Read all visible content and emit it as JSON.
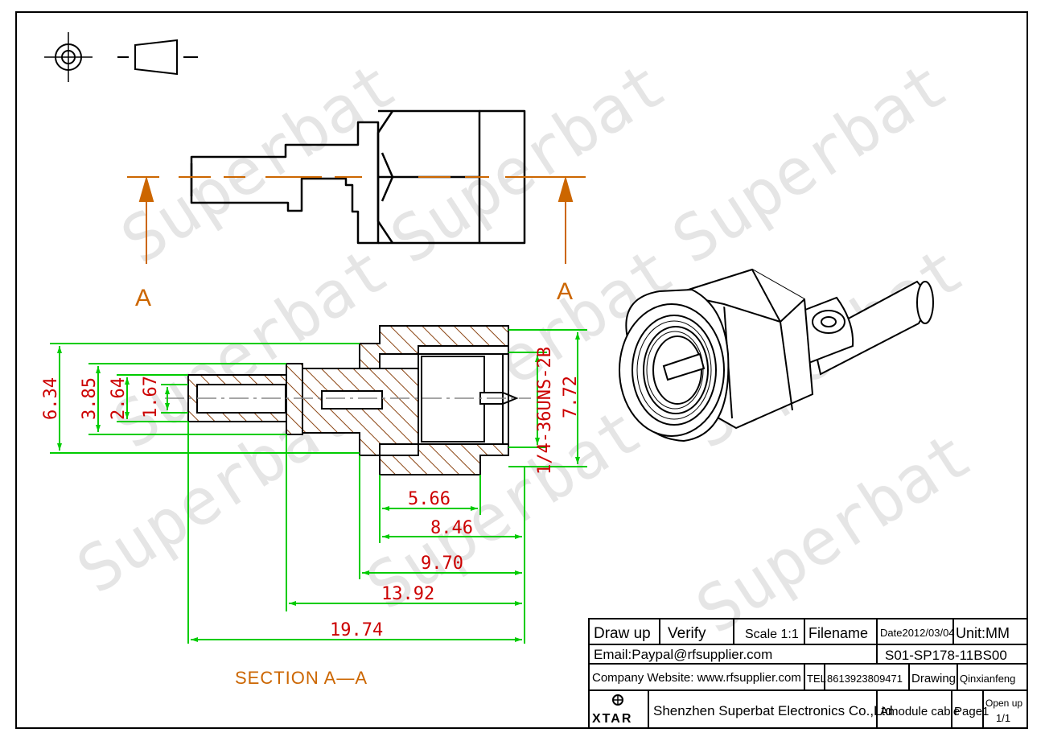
{
  "watermark": {
    "text": "Superbat"
  },
  "section": {
    "cut_label_left": "A",
    "cut_label_right": "A",
    "title": "SECTION A—A"
  },
  "dimensions": {
    "d634": "6.34",
    "d385": "3.85",
    "d264": "2.64",
    "d167": "1.67",
    "thread": "1/4-36UNS-2B",
    "d772": "7.72",
    "l566": "5.66",
    "l846": "8.46",
    "l970": "9.70",
    "l1392": "13.92",
    "l1974": "19.74"
  },
  "title_block": {
    "draw_up": "Draw up",
    "verify": "Verify",
    "scale": "Scale 1:1",
    "filename": "Filename",
    "date": "Date2012/03/04",
    "unit": "Unit:MM",
    "email": "Email:Paypal@rfsupplier.com",
    "part_no": "S01-SP178-11BS00",
    "website": "Company Website:  www.rfsupplier.com",
    "tel_label": "TEL",
    "tel": "8613923809471",
    "drawing_label": "Drawing",
    "drawer": "Qinxianfeng",
    "logo": "XTAR",
    "company": "Shenzhen Superbat Electronics Co.,Ltd",
    "description": "Amodule cable",
    "page": "Page1",
    "open_up": "Open up",
    "open_up_value": "1/1"
  },
  "colors": {
    "outline": "#000000",
    "dimension": "#00cc00",
    "dimension_text": "#cc0000",
    "centerline": "#cc6600",
    "hatch": "#8b4513",
    "watermark": "#c8c8c8"
  }
}
